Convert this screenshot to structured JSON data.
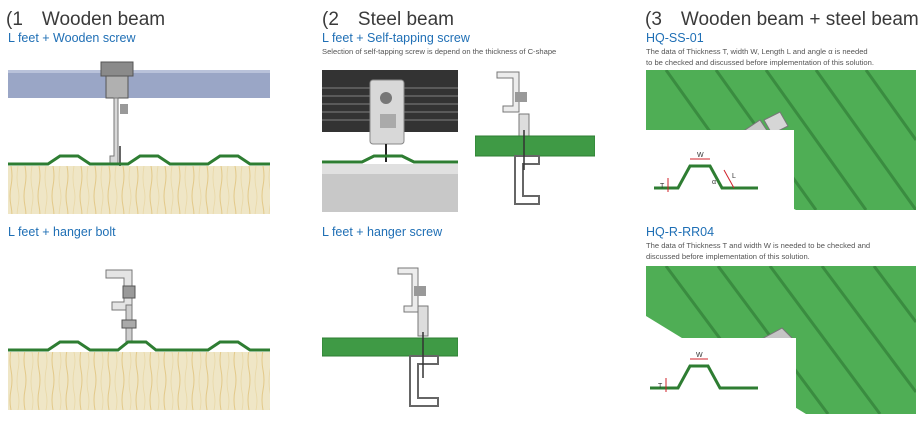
{
  "col1": {
    "title": "(1　Wooden beam",
    "fig1_label": "L feet + Wooden screw",
    "fig2_label": "L feet + hanger bolt"
  },
  "col2": {
    "title": "(2　Steel beam",
    "fig1_label": "L feet + Self-tapping screw",
    "fig1_note": "Selection of self-tapping screw is depend on the thickness of C-shape",
    "fig2_label": "L feet + hanger screw"
  },
  "col3": {
    "title": "(3　Wooden beam + steel beam",
    "fig1_label": "HQ-SS-01",
    "fig1_note_line1": "The data of Thickness T, width W, Length L and angle α is needed",
    "fig1_note_line2": "to be checked and discussed before implementation of this solution.",
    "fig2_label": "HQ-R-RR04",
    "fig2_note_line1": "The data of Thickness T and width W is needed to be checked and",
    "fig2_note_line2": "discussed before implementation of this solution.",
    "dim_w": "W",
    "dim_t": "T",
    "dim_l": "L",
    "dim_alpha": "α"
  },
  "colors": {
    "accent_blue": "#1f6fb5",
    "roof_green": "#3f9a45",
    "roof_dark": "#2e7d32",
    "wood": "#efe7c9",
    "dim_red": "#d0202a"
  }
}
